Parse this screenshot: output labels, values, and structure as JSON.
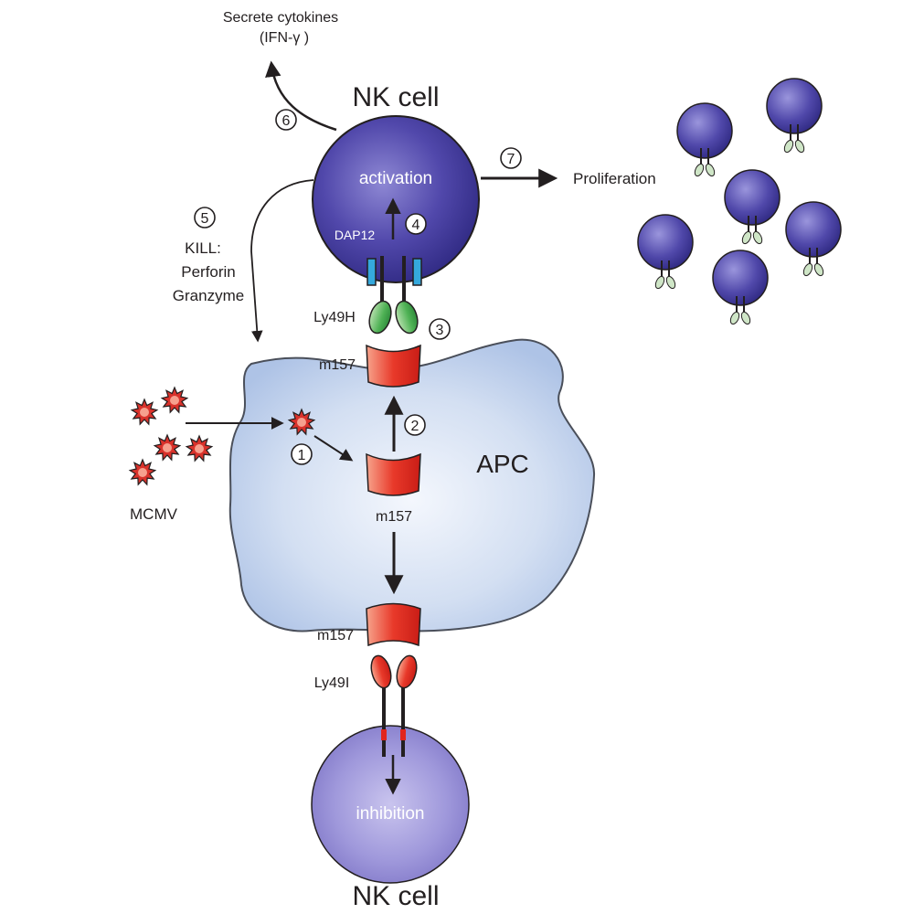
{
  "nk_cell_top": {
    "label": "NK cell",
    "state": "activation",
    "adaptor": "DAP12",
    "receptor": "Ly49H"
  },
  "nk_cell_bottom": {
    "label": "NK cell",
    "state": "inhibition",
    "receptor": "Ly49I"
  },
  "apc": {
    "label": "APC"
  },
  "ligand": {
    "label_surface_top": "m157",
    "label_internal": "m157",
    "label_surface_bottom": "m157"
  },
  "virus": {
    "label": "MCMV"
  },
  "cytokines": {
    "line1": "Secrete cytokines",
    "line2": "(IFN-γ )"
  },
  "kill": {
    "line1": "KILL:",
    "line2": "Perforin",
    "line3": "Granzyme"
  },
  "proliferation": {
    "label": "Proliferation"
  },
  "steps": [
    "1",
    "2",
    "3",
    "4",
    "5",
    "6",
    "7"
  ],
  "colors": {
    "nk_cell": "#3d3592",
    "nk_cell_light": "#8e88d4",
    "apc_fill": "#c3d3ec",
    "ligand_red": "#e2251d",
    "activating_receptor_green": "#3ea54a",
    "dap12_blue": "#35a9dd",
    "virus_red": "#d9322b"
  }
}
